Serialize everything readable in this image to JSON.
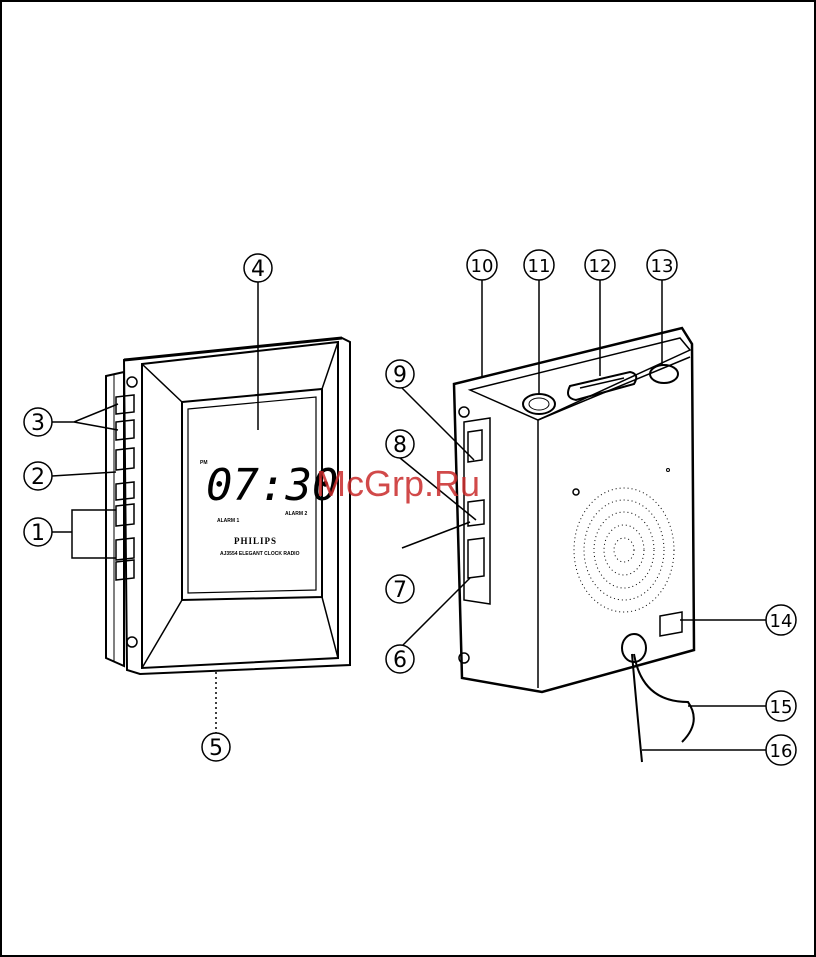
{
  "front": {
    "indicator": "PM",
    "time": "07:30",
    "alarm1": "ALARM 1",
    "alarm2": "ALARM 2",
    "brand": "PHILIPS",
    "model": "AJ3554 ELEGANT CLOCK RADIO"
  },
  "callouts": {
    "c1": "1",
    "c2": "2",
    "c3": "3",
    "c4": "4",
    "c5": "5",
    "c6": "6",
    "c7": "7",
    "c8": "8",
    "c9": "9",
    "c10": "10",
    "c11": "11",
    "c12": "12",
    "c13": "13",
    "c14": "14",
    "c15": "15",
    "c16": "16"
  },
  "watermark": "McGrp.Ru",
  "colors": {
    "line": "#000000",
    "watermark": "#c92a2a"
  }
}
